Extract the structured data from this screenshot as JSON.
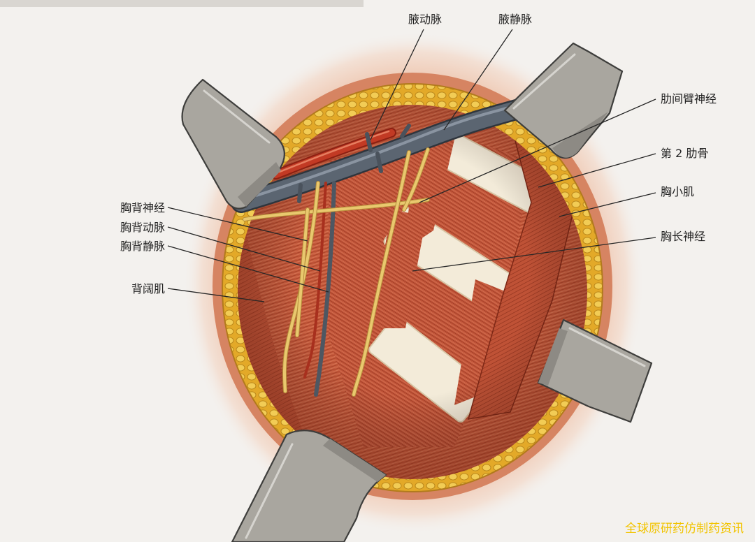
{
  "labels": {
    "axillary_artery": "腋动脉",
    "axillary_vein": "腋静脉",
    "intercostobrachial_nerve": "肋间臂神经",
    "second_rib": "第 2 肋骨",
    "pectoralis_minor": "胸小肌",
    "long_thoracic_nerve": "胸长神经",
    "thoracodorsal_nerve": "胸背神经",
    "thoracodorsal_artery": "胸背动脉",
    "thoracodorsal_vein": "胸背静脉",
    "latissimus_dorsi": "背阔肌"
  },
  "watermark": "全球原研药仿制药资讯",
  "colors": {
    "background": "#f3f1ee",
    "muscle": "#c65a3c",
    "fat": "#e8b52e",
    "vein": "#56606c",
    "artery": "#b53322",
    "nerve": "#e9c86e",
    "rib": "#f3ebd9",
    "retractor": "#a9a69f",
    "watermark": "#f2c400"
  }
}
